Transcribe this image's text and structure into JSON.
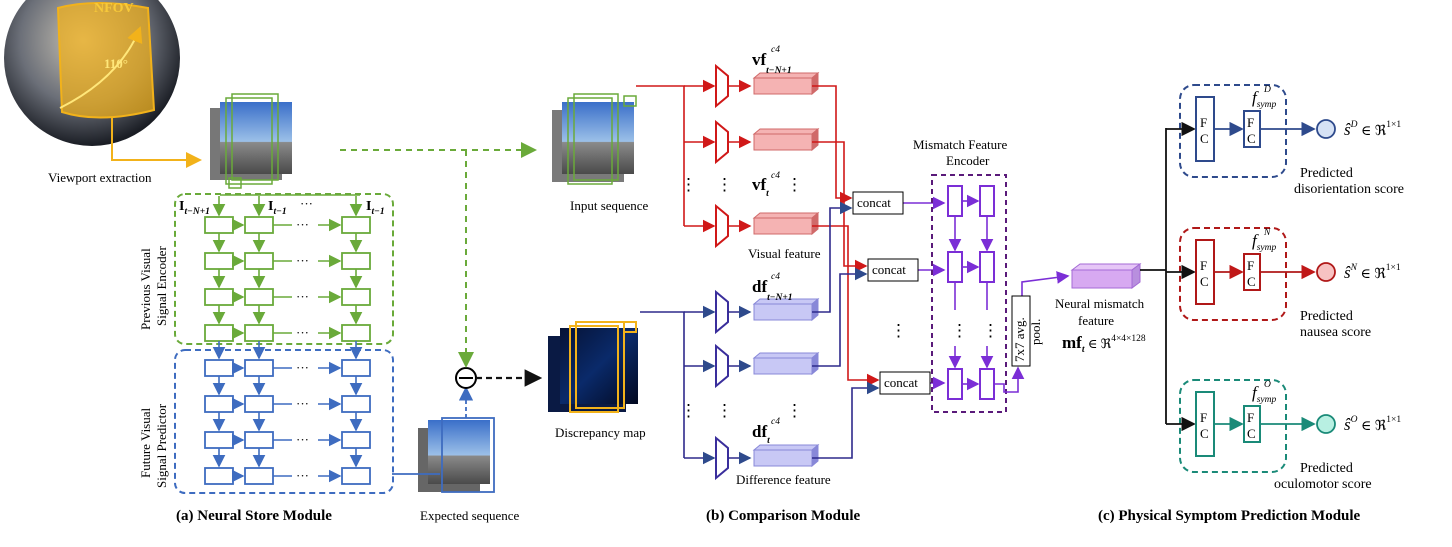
{
  "colors": {
    "green": "#6aaa3a",
    "blue": "#3e6cc0",
    "red": "#d01818",
    "purple": "#7b2ed6",
    "darkred": "#b01818",
    "teal": "#1a8a78",
    "navy": "#2e4a8c",
    "orange": "#f2b21a"
  },
  "viewport": {
    "nfov_label": "NFOV",
    "angle_label": "110°",
    "extraction_label": "Viewport extraction"
  },
  "neural_store": {
    "encoder_label_line1": "Previous Visual",
    "encoder_label_line2": "Signal Encoder",
    "predictor_label_line1": "Future Visual",
    "predictor_label_line2": "Signal Predictor",
    "input_label_1": "I",
    "input_sub_1": "t−N+1",
    "input_label_2": "I",
    "input_sub_2": "t−1",
    "input_label_3": "I",
    "input_sub_3": "t−1",
    "ellipsis": "···",
    "expected_label": "Expected sequence",
    "caption": "(a) Neural Store Module"
  },
  "comparison": {
    "input_sequence_label": "Input sequence",
    "discrepancy_label": "Discrepancy map",
    "vf_top": "vf",
    "vf_top_sup": "c4",
    "vf_top_sub": "t−N+1",
    "vf_bottom": "vf",
    "vf_bottom_sup": "c4",
    "vf_bottom_sub": "t",
    "visual_feature_label": "Visual feature",
    "df_top": "df",
    "df_top_sup": "c4",
    "df_top_sub": "t−N+1",
    "df_bottom": "df",
    "df_bottom_sup": "c4",
    "df_bottom_sub": "t",
    "difference_feature_label": "Difference feature",
    "vertical_dots": "⋮",
    "concat_label": "concat",
    "encoder_title_line1": "Mismatch Feature",
    "encoder_title_line2": "Encoder",
    "pool_line1": "7x7 avg.",
    "pool_line2": "pool.",
    "caption": "(b) Comparison Module"
  },
  "mismatch": {
    "label_line1": "Neural mismatch",
    "label_line2": "feature",
    "formula_main": "mf",
    "formula_sub": "t",
    "formula_rest": " ∈ ℜ",
    "formula_sup": "4×4×128"
  },
  "prediction": {
    "fc_label_top": "F",
    "fc_label_bottom": "C",
    "f_symp": "f",
    "f_symp_sub": "symp",
    "branches": [
      {
        "sup": "D",
        "score_hat": "ŝ",
        "space": " ∈ ℜ",
        "space_sup": "1×1",
        "label_line1": "Predicted",
        "label_line2": "disorientation score"
      },
      {
        "sup": "N",
        "score_hat": "ŝ",
        "space": " ∈ ℜ",
        "space_sup": "1×1",
        "label_line1": "Predicted",
        "label_line2": "nausea score"
      },
      {
        "sup": "O",
        "score_hat": "ŝ",
        "space": " ∈ ℜ",
        "space_sup": "1×1",
        "label_line1": "Predicted",
        "label_line2": "oculomotor score"
      }
    ],
    "caption": "(c) Physical Symptom Prediction Module"
  }
}
